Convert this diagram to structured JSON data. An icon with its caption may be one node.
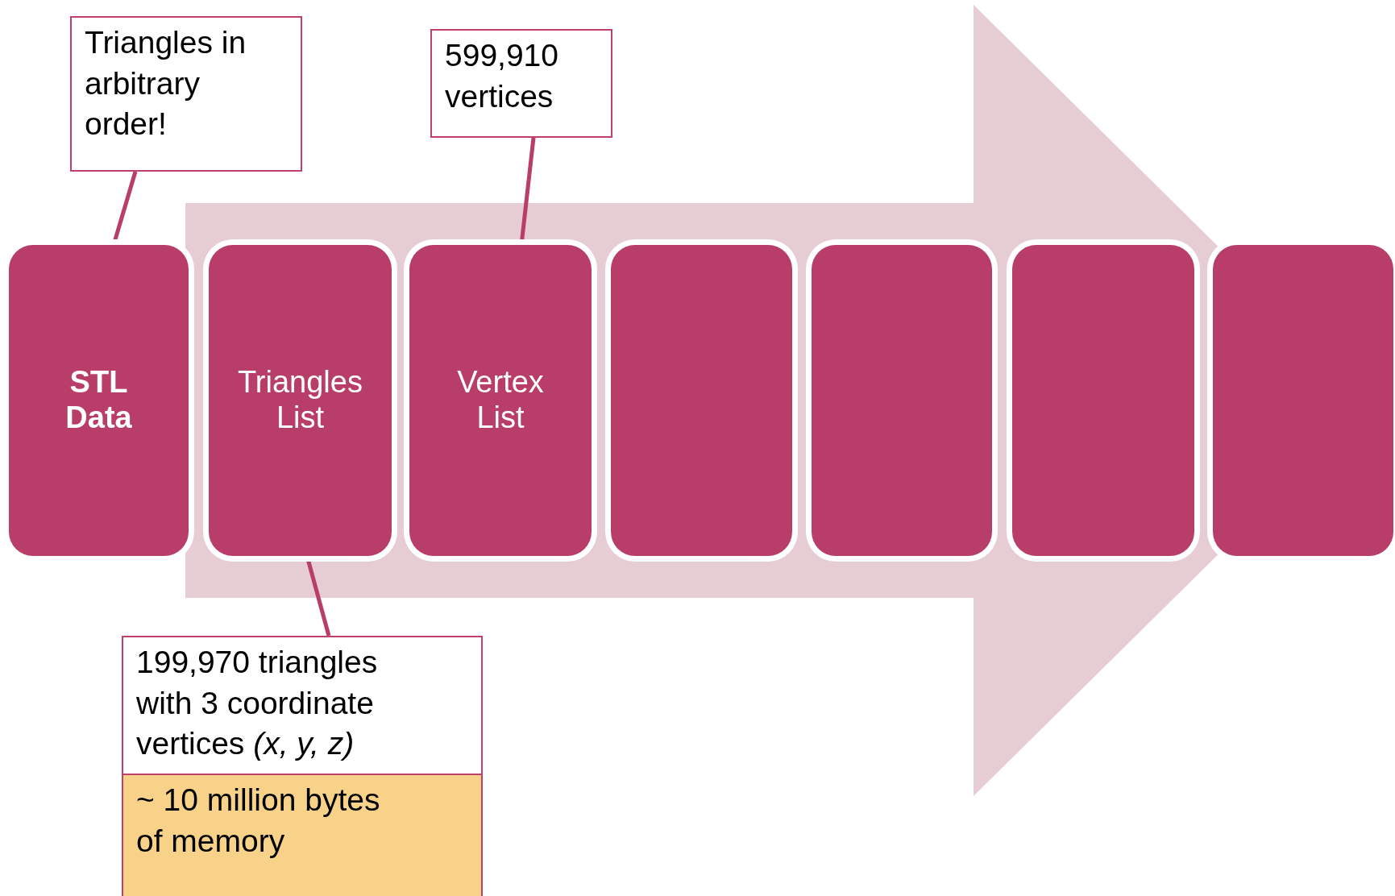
{
  "diagram": {
    "nodes": [
      {
        "text": [
          "STL Data"
        ]
      },
      {
        "text": [
          "Triangles List"
        ]
      },
      {
        "text": [
          "Vertex List"
        ]
      },
      {
        "text": [],
        "shape": "box"
      },
      {
        "text": [],
        "shape": "box"
      },
      {
        "text": [],
        "shape": "box"
      },
      {
        "text": [],
        "shape": "box"
      },
      {
        "text": [
          "Triangles in arbitrary order!"
        ]
      },
      {
        "text": [
          "599,910 vertices"
        ]
      },
      {
        "text": [
          "199,970 triangles with 3 coordinate vertices *(x, y, z)*",
          "~ 10 million bytes of memory"
        ]
      }
    ],
    "edges": [
      {
        "from": 7,
        "to": 0,
        "arrow": "none"
      },
      {
        "from": 8,
        "to": 2,
        "arrow": "none"
      },
      {
        "from": 9,
        "to": 1,
        "arrow": "none"
      },
      {
        "from": 0,
        "to": 6,
        "arrow": "to",
        "style": "thick",
        "color": "#e6ccd3"
      }
    ]
  }
}
